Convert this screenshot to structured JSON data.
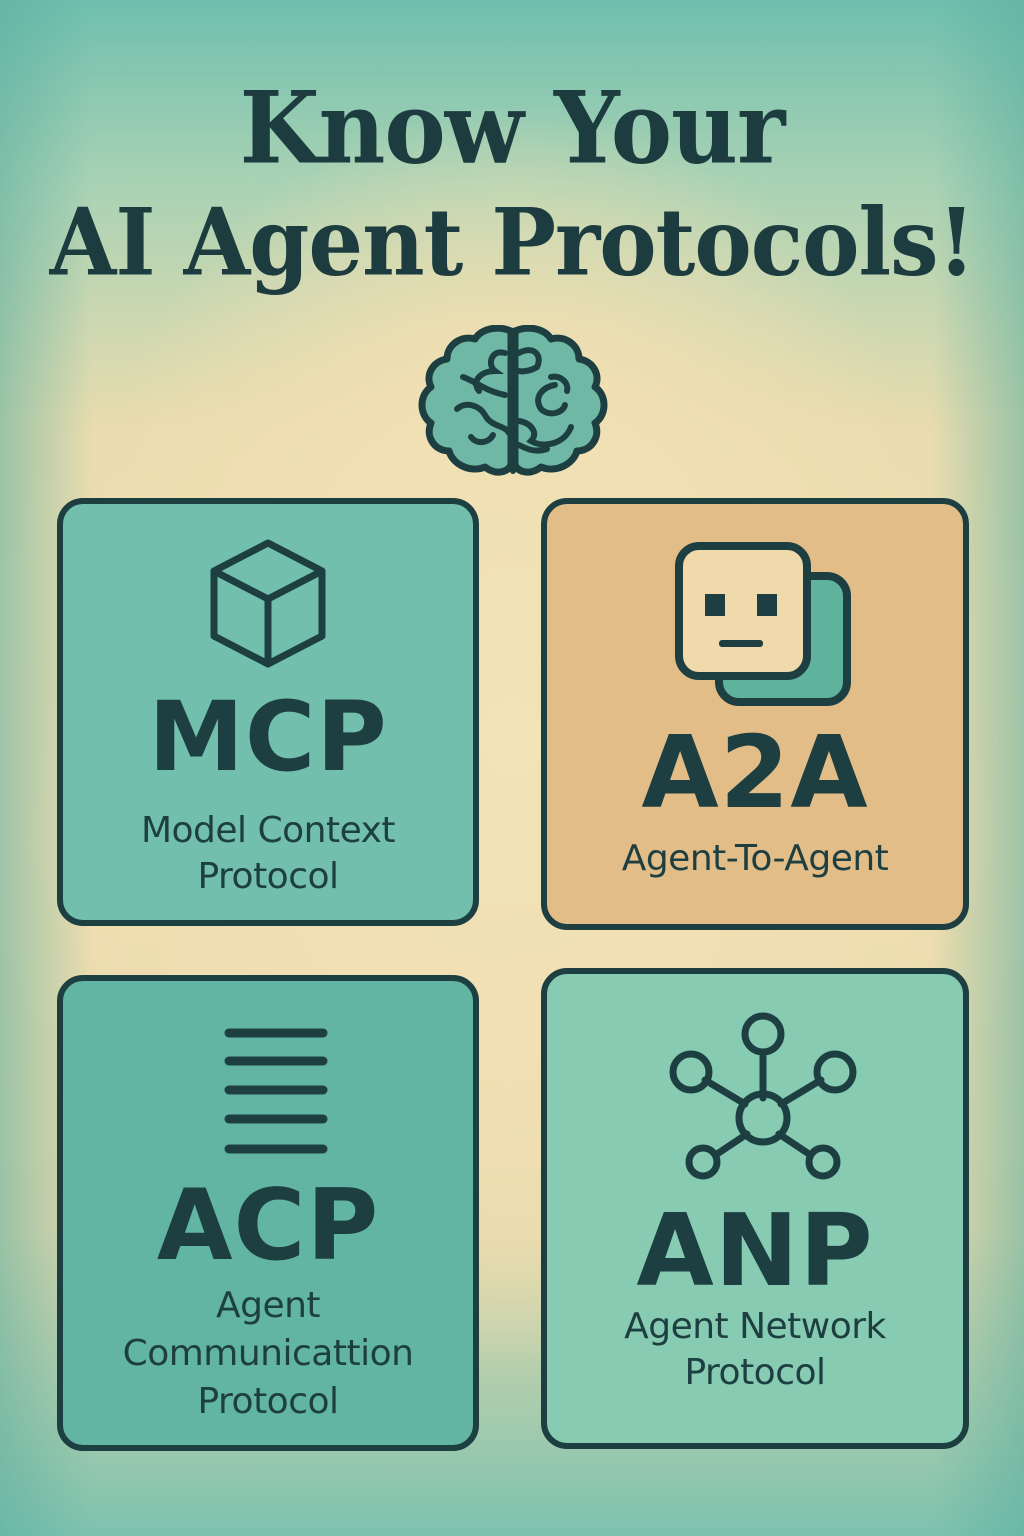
{
  "poster": {
    "title_line1": "Know Your",
    "title_line2": "AI Agent Protocols!",
    "center_icon": "brain-icon",
    "colors": {
      "ink": "#1e3f41",
      "background_cream": "#efdeb0",
      "background_teal": "#6fbfae",
      "card_teal": "#71bfac",
      "card_tan": "#e3bd87",
      "card_teal_dark": "#62b5a3",
      "card_teal_light": "#86cbb2"
    }
  },
  "cards": [
    {
      "abbr": "MCP",
      "desc_line1": "Model Context",
      "desc_line2": "Protocol",
      "icon": "cube-icon"
    },
    {
      "abbr": "A2A",
      "desc_line1": "Agent-To-Agent",
      "icon": "robot-faces-icon"
    },
    {
      "abbr": "ACP",
      "desc_line1": "Agent",
      "desc_line2": "Communicattion",
      "desc_line3": "Protocol",
      "icon": "stacked-lines-icon"
    },
    {
      "abbr": "ANP",
      "desc_line1": "Agent Network",
      "desc_line2": "Protocol",
      "icon": "network-nodes-icon"
    }
  ]
}
